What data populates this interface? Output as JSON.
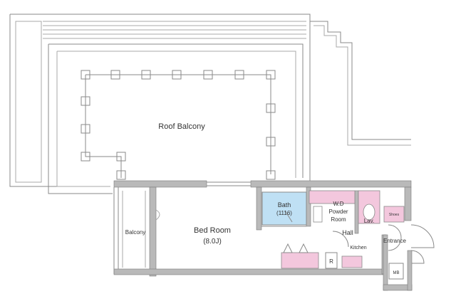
{
  "rooms": {
    "roof_balcony": "Roof Balcony",
    "bed_room": "Bed Room",
    "bed_room_size": "(8.0J)",
    "balcony": "Balcony",
    "bath": "Bath",
    "bath_size": "(1116)",
    "wd": "W.D",
    "powder_room_line1": "Powder",
    "powder_room_line2": "Room",
    "lav": "Lav.",
    "hall": "Hall",
    "kitchen": "Kitchen",
    "entrance": "Entrance",
    "shoes": "Shoes",
    "refrigerator": "R",
    "mb": "MB"
  },
  "colors": {
    "wall_fill": "#b9b9b9",
    "bath_blue": "#bfe0f4",
    "fixture_pink": "#f3c7dd",
    "line": "#8a8a8a"
  }
}
